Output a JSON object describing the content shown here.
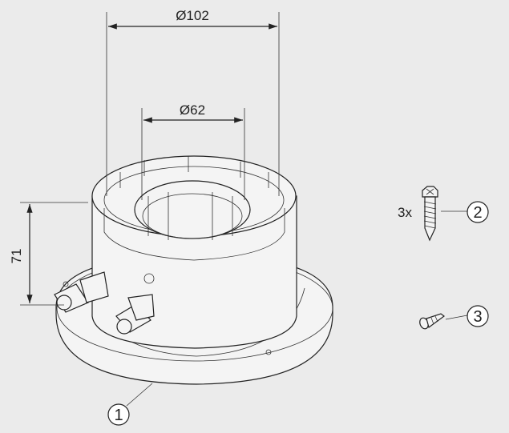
{
  "dimensions": {
    "outer_diameter": "Ø102",
    "inner_diameter": "Ø62",
    "height": "71"
  },
  "parts": [
    {
      "number": "1"
    },
    {
      "number": "2",
      "quantity": "3x"
    },
    {
      "number": "3"
    }
  ],
  "colors": {
    "background": "#ebebeb",
    "line": "#222222"
  }
}
